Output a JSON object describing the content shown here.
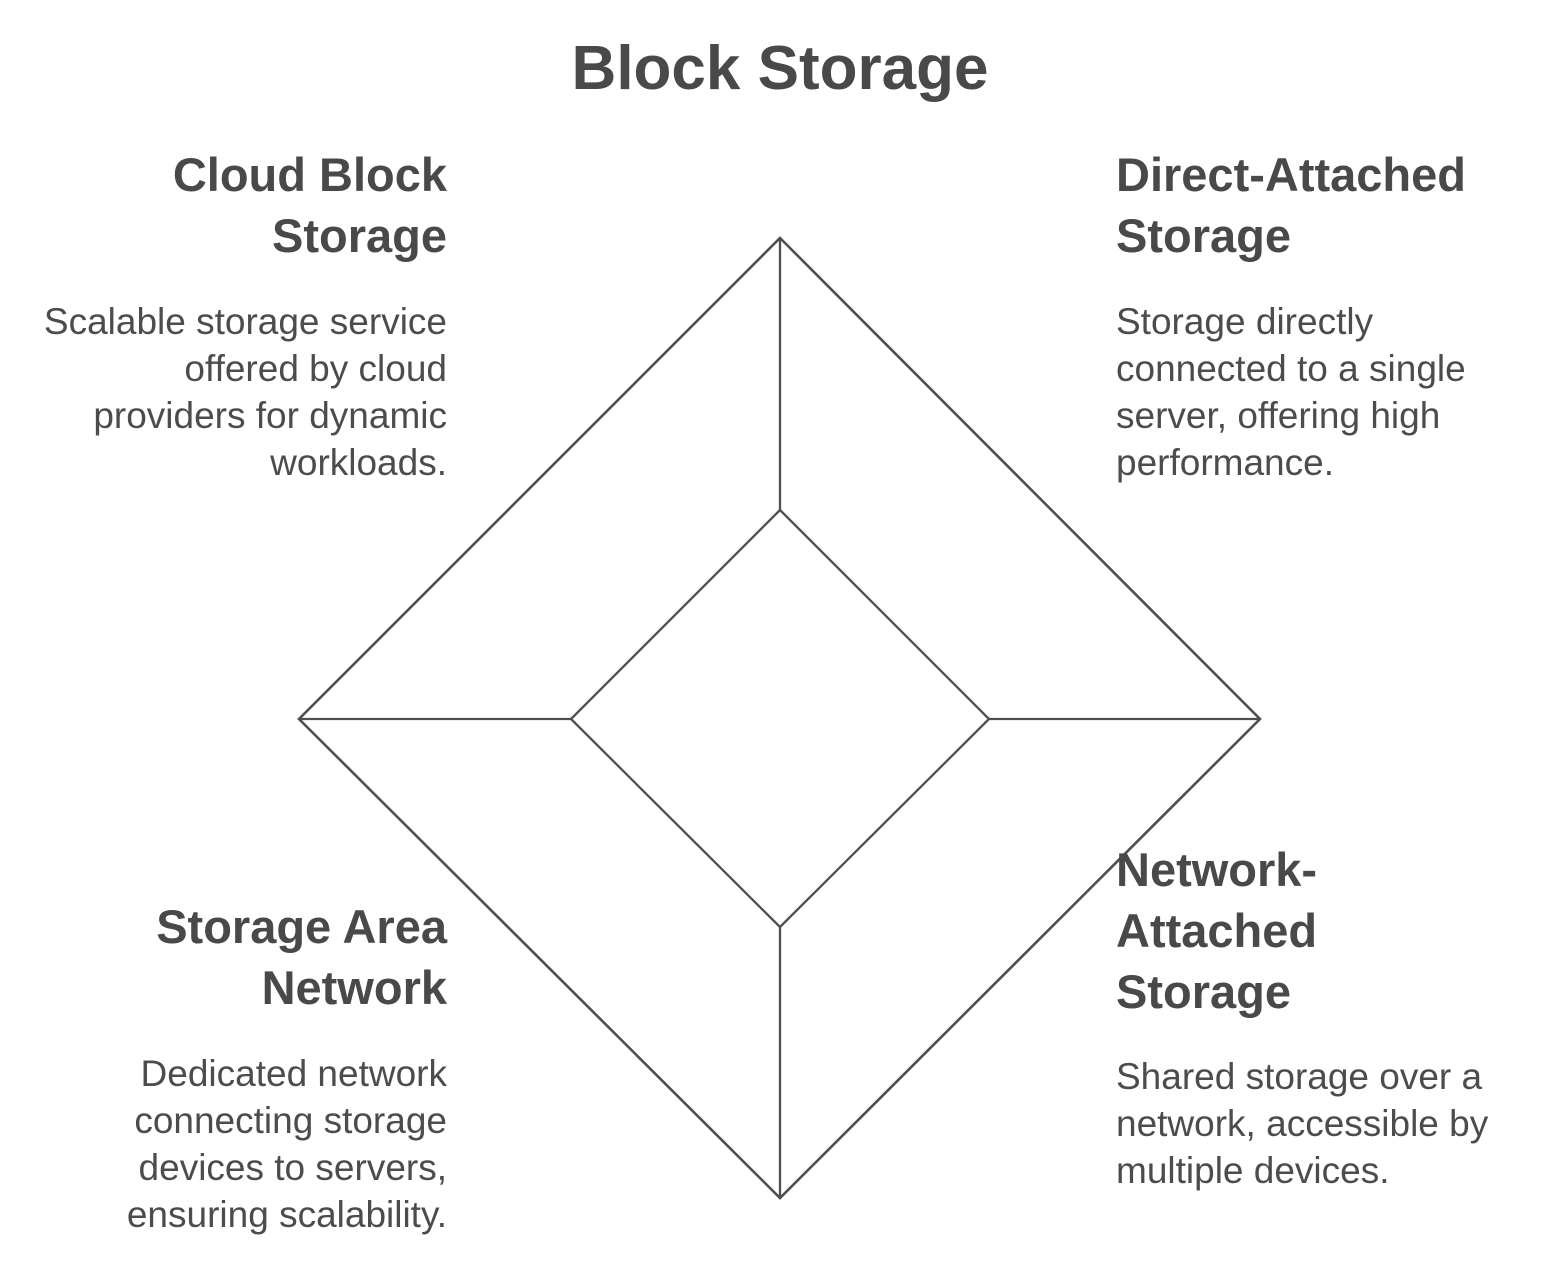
{
  "title": "Block Storage",
  "colors": {
    "background": "#ffffff",
    "text": "#494949",
    "line": "#4f4f4f"
  },
  "diagram_shape": "nested-diamonds-with-axis-connectors",
  "quadrants": [
    {
      "id": "cloud-block-storage",
      "position": "top-left",
      "heading": "Cloud Block Storage",
      "heading_lines": [
        "Cloud Block",
        "Storage"
      ],
      "body": "Scalable storage service offered by cloud providers for dynamic workloads.",
      "body_lines": [
        "Scalable storage service",
        "offered by cloud",
        "providers for dynamic",
        "workloads."
      ]
    },
    {
      "id": "direct-attached-storage",
      "position": "top-right",
      "heading": "Direct-Attached Storage",
      "heading_lines": [
        "Direct-Attached",
        "Storage"
      ],
      "body": "Storage directly connected to a single server, offering high performance.",
      "body_lines": [
        "Storage directly",
        "connected to a single",
        "server, offering high",
        "performance."
      ]
    },
    {
      "id": "storage-area-network",
      "position": "bottom-left",
      "heading": "Storage Area Network",
      "heading_lines": [
        "Storage Area",
        "Network"
      ],
      "body": "Dedicated network connecting storage devices to servers, ensuring scalability.",
      "body_lines": [
        "Dedicated network",
        "connecting storage",
        "devices to servers,",
        "ensuring scalability."
      ]
    },
    {
      "id": "network-attached-storage",
      "position": "bottom-right",
      "heading": "Network-Attached Storage",
      "heading_lines": [
        "Network-",
        "Attached",
        "Storage"
      ],
      "body": "Shared storage over a network, accessible by multiple devices.",
      "body_lines": [
        "Shared storage over a",
        "network, accessible by",
        "multiple devices."
      ]
    }
  ]
}
